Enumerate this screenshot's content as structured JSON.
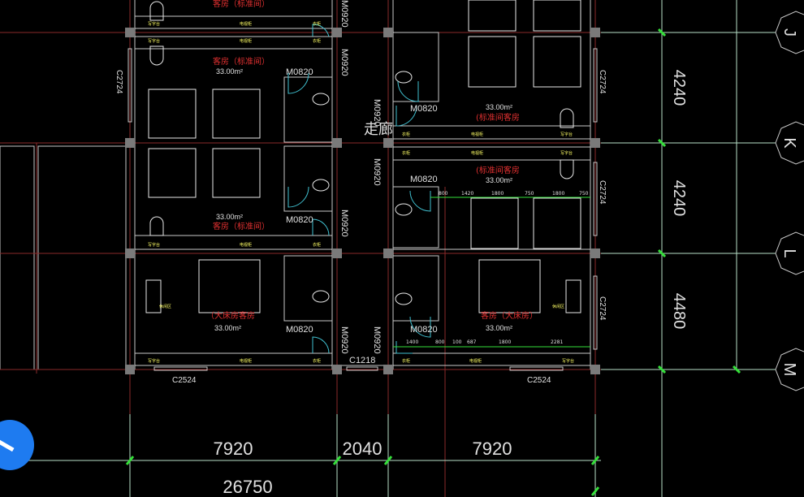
{
  "drawing": {
    "corridor_label": "走廊",
    "rooms": {
      "standard_room": "客房（标准间）",
      "standard_room_alt": "(标准间客房",
      "king_room_left": "（大床房客房",
      "king_room_right": "客房（大床房）",
      "area": "33.00m²"
    },
    "furniture": {
      "desk": "写字台",
      "tv_cabinet": "电视柜",
      "wardrobe": "衣柜",
      "leisure_area": "休闲区"
    },
    "doors": {
      "m0820": "M0820",
      "m0920": "M0920"
    },
    "windows": {
      "c2724": "C2724",
      "c1218": "C1218",
      "c2524": "C2524"
    },
    "inner_dims_top": [
      "800",
      "1420",
      "1800",
      "750",
      "1800",
      "750"
    ],
    "inner_dims_bottom": [
      "1400",
      "800",
      "100",
      "687",
      "1800",
      "2281"
    ],
    "axis_labels": [
      "J",
      "K",
      "L",
      "M"
    ],
    "vertical_dims": [
      "4240",
      "4240",
      "4480"
    ],
    "horizontal_dims": [
      "7920",
      "2040",
      "7920"
    ],
    "total_dim": "26750"
  },
  "colors": {
    "background": "#000000",
    "axis_red": "#8a2a2a",
    "dim_tick": "#35e03a",
    "room_text": "#e03030",
    "tool_blue": "#1e7bf0"
  }
}
